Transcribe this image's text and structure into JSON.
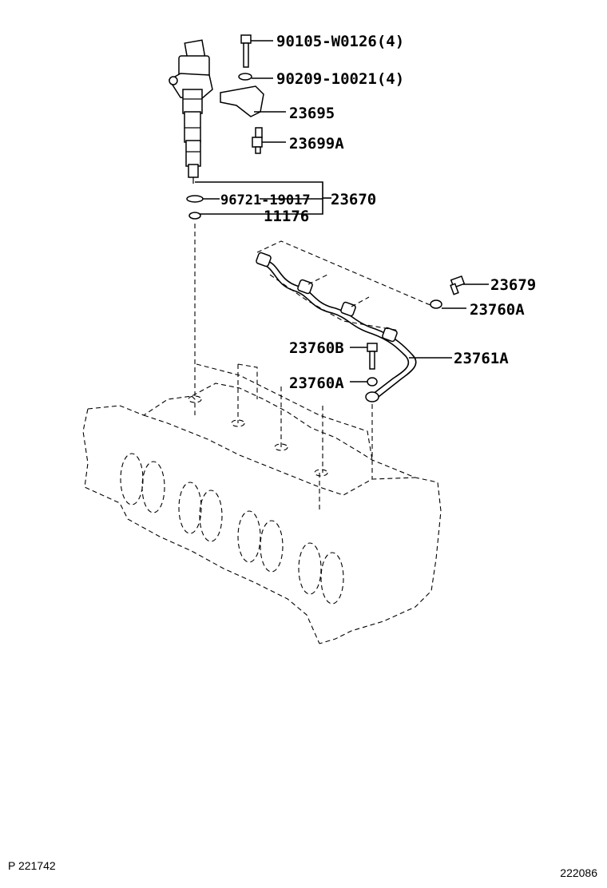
{
  "labels": {
    "bolt": "90105-W0126(4)",
    "washer": "90209-10021(4)",
    "clamp": "23695",
    "connector": "23699A",
    "oring": "96721-19017",
    "injector_assy": "23670",
    "gasket": "11176",
    "union_bolt_top": "23679",
    "gasket_top": "23760A",
    "union_bolt": "23760B",
    "gasket_lower": "23760A",
    "pipe": "23761A"
  },
  "footer": {
    "left_code": "P 221742",
    "right_code": "222086"
  }
}
